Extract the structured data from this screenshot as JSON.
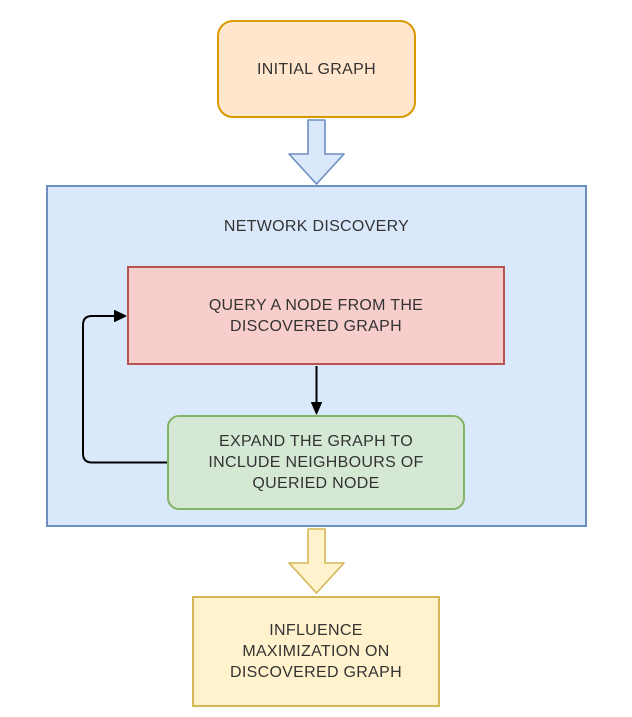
{
  "diagram": {
    "title": "Network discovery flowchart",
    "nodes": {
      "initial": {
        "label": "INITIAL GRAPH",
        "fill": "#FFE6CC",
        "stroke": "#D79B00",
        "shape": "rounded-rectangle"
      },
      "network_discovery": {
        "label": "NETWORK DISCOVERY",
        "fill": "#DAE8FC",
        "stroke": "#6C8EBF",
        "shape": "container-rectangle"
      },
      "query": {
        "label": "QUERY A NODE FROM THE\nDISCOVERED GRAPH",
        "fill": "#F8CECC",
        "stroke": "#B85450",
        "shape": "rectangle"
      },
      "expand": {
        "label": "EXPAND THE GRAPH TO\nINCLUDE NEIGHBOURS OF\nQUERIED NODE",
        "fill": "#D5E8D4",
        "stroke": "#82B366",
        "shape": "rounded-rectangle"
      },
      "influence": {
        "label": "INFLUENCE\nMAXIMIZATION ON\nDISCOVERED GRAPH",
        "fill": "#FFF2CC",
        "stroke": "#D6B656",
        "shape": "rectangle"
      }
    },
    "connectors": {
      "initial_to_discovery": {
        "type": "block-arrow-down",
        "fill": "#DAE8FC",
        "stroke": "#6C8EBF"
      },
      "query_to_expand": {
        "type": "straight-arrow-down",
        "stroke": "#000000"
      },
      "expand_to_query_loop": {
        "type": "orthogonal-loop-arrow",
        "stroke": "#000000"
      },
      "discovery_to_influence": {
        "type": "block-arrow-down",
        "fill": "#FFF2CC",
        "stroke": "#D6B656"
      }
    },
    "text_color": "#333333",
    "background": "#ffffff"
  }
}
